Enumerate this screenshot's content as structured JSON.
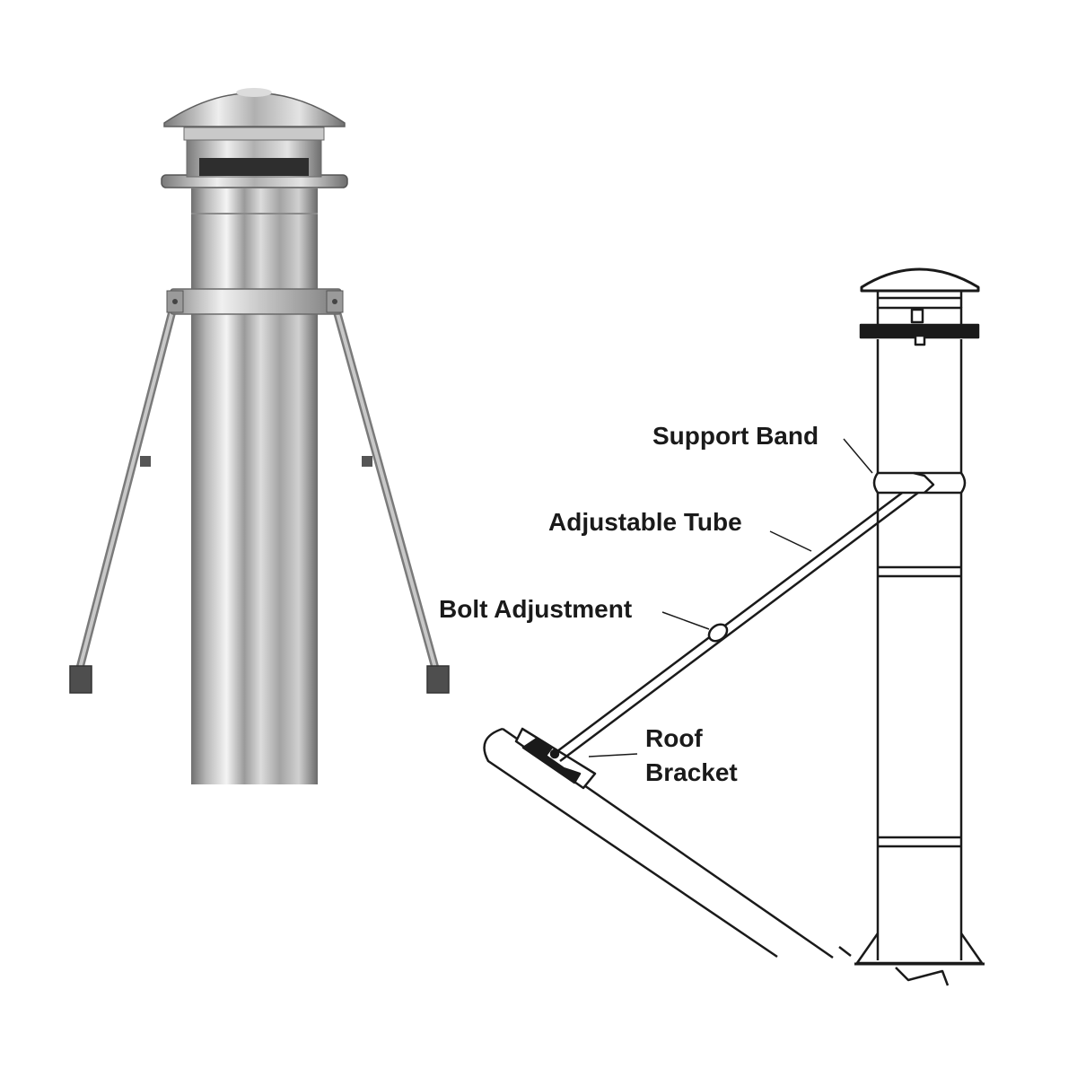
{
  "labels": {
    "support_band": "Support Band",
    "adjustable_tube": "Adjustable Tube",
    "bolt_adjustment": "Bolt Adjustment",
    "roof_bracket_line1": "Roof",
    "roof_bracket_line2": "Bracket"
  },
  "colors": {
    "background": "#ffffff",
    "line_art": "#1a1a1a",
    "steel_light": "#e8e8e8",
    "steel_mid": "#a9a9a9",
    "steel_dark": "#5e5e5e"
  }
}
